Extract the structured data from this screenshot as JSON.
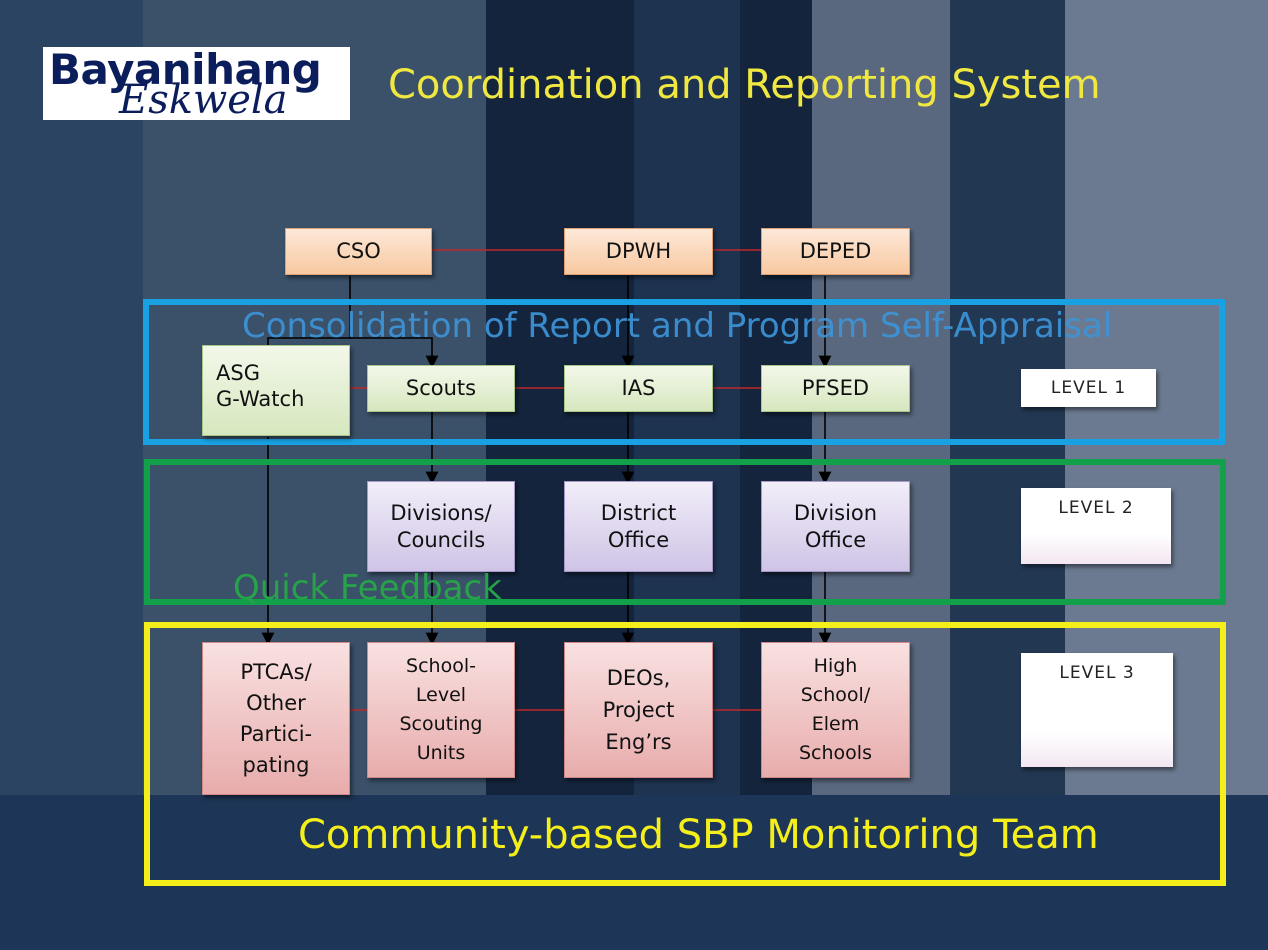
{
  "header": {
    "logo_line1": "Bayanihang",
    "logo_line2": "Eskwela",
    "title": "Coordination and Reporting System"
  },
  "frames": {
    "blue_label": "Consolidation of Report and Program Self-Appraisal",
    "green_label": "Quick Feedback",
    "yellow_label": "Community-based SBP Monitoring Team"
  },
  "top_row": {
    "cso": "CSO",
    "dpwh": "DPWH",
    "deped": "DEPED"
  },
  "level1": {
    "asg": "ASG\nG-Watch",
    "scouts": "Scouts",
    "ias": "IAS",
    "pfsed": "PFSED",
    "label": "LEVEL 1"
  },
  "level2": {
    "divisions": "Divisions/\nCouncils",
    "district": "District\nOffice",
    "division": "Division\nOffice",
    "label": "LEVEL 2"
  },
  "level3": {
    "ptcas": "PTCAs/\nOther\nPartici-\npating",
    "scouting": "School-\nLevel\nScouting\nUnits",
    "deos": "DEOs,\nProject\nEng’rs",
    "highschool": "High\nSchool/\nElem\nSchools",
    "label": "LEVEL 3"
  },
  "colors": {
    "title": "#f0e840",
    "blue_frame": "#18a2e4",
    "green_frame": "#13a04a",
    "yellow_frame": "#f4ee1a",
    "connector_red": "#c0282a"
  }
}
